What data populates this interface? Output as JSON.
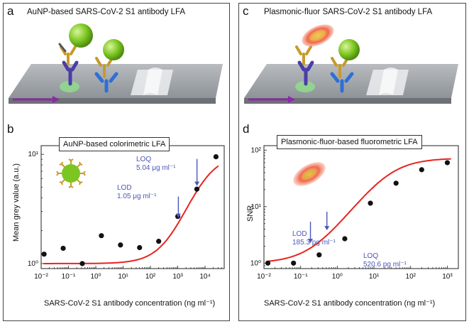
{
  "panels": {
    "a": {
      "label": "a",
      "title": "AuNP-based SARS-CoV-2 S1 antibody LFA"
    },
    "b": {
      "label": "b",
      "legend": "AuNP-based colorimetric LFA"
    },
    "c": {
      "label": "c",
      "title": "Plasmonic-fluor SARS-CoV-2 S1 antibody LFA"
    },
    "d": {
      "label": "d",
      "legend": "Plasmonic-fluor-based fluorometric LFA"
    }
  },
  "colors": {
    "curve": "#e8231e",
    "points": "#111111",
    "annotation": "#4a56b8",
    "aunp": "#7cc622",
    "fluor": "#f06a4a"
  },
  "chart_data": [
    {
      "type": "scatter",
      "panel": "b",
      "xlabel": "SARS-CoV-2 S1 antibody concentration (ng ml⁻¹)",
      "ylabel": "Mean grey value (a.u.)",
      "x_scale": "log",
      "y_scale": "log",
      "xlim": [
        0.01,
        50000
      ],
      "ylim": [
        0.9,
        12
      ],
      "x_ticks": [
        "10⁻²",
        "10⁻¹",
        "10⁰",
        "10¹",
        "10²",
        "10³",
        "10⁴"
      ],
      "y_ticks": [
        "10⁰",
        "10¹"
      ],
      "x_tick_values": [
        0.01,
        0.1,
        1,
        10,
        100,
        1000,
        10000
      ],
      "y_tick_values": [
        1,
        10
      ],
      "points": {
        "x": [
          0.0128,
          0.064,
          0.32,
          1.6,
          8,
          40,
          200,
          1000,
          5000,
          25000
        ],
        "y": [
          1.22,
          1.38,
          1.0,
          1.8,
          1.48,
          1.4,
          1.6,
          2.7,
          4.8,
          9.5
        ]
      },
      "fit": {
        "bottom": 1.0,
        "top": 10.0,
        "ec50": 8000,
        "hill": 0.85
      },
      "annotations": [
        {
          "name": "loq",
          "text1": "LOQ",
          "text2": "5.04 μg ml⁻¹",
          "x": 5040
        },
        {
          "name": "lod",
          "text1": "LOD",
          "text2": "1.05 μg ml⁻¹",
          "x": 1050
        }
      ]
    },
    {
      "type": "scatter",
      "panel": "d",
      "xlabel": "SARS-CoV-2 S1 antibody concentration (ng ml⁻¹)",
      "ylabel": "SNR",
      "x_scale": "log",
      "y_scale": "log",
      "xlim": [
        0.01,
        2000
      ],
      "ylim": [
        0.8,
        120
      ],
      "x_ticks": [
        "10⁻²",
        "10⁻¹",
        "10⁰",
        "10¹",
        "10²",
        "10³"
      ],
      "y_ticks": [
        "10⁰",
        "10¹",
        "10²"
      ],
      "x_tick_values": [
        0.01,
        0.1,
        1,
        10,
        100,
        1000
      ],
      "y_tick_values": [
        1,
        10,
        100
      ],
      "points": {
        "x": [
          0.0128,
          0.064,
          0.32,
          1.6,
          8,
          40,
          200,
          1000
        ],
        "y": [
          1.0,
          1.0,
          1.4,
          2.7,
          11.5,
          26,
          45,
          60
        ]
      },
      "fit": {
        "bottom": 1.0,
        "top": 72,
        "ec50": 25,
        "hill": 0.9
      },
      "annotations": [
        {
          "name": "lod",
          "text1": "LOD",
          "text2": "185.3 pg ml⁻¹",
          "x": 0.1853
        },
        {
          "name": "loq",
          "text1": "LOQ",
          "text2": "520.6 pg ml⁻¹",
          "x": 0.5206
        }
      ]
    }
  ]
}
